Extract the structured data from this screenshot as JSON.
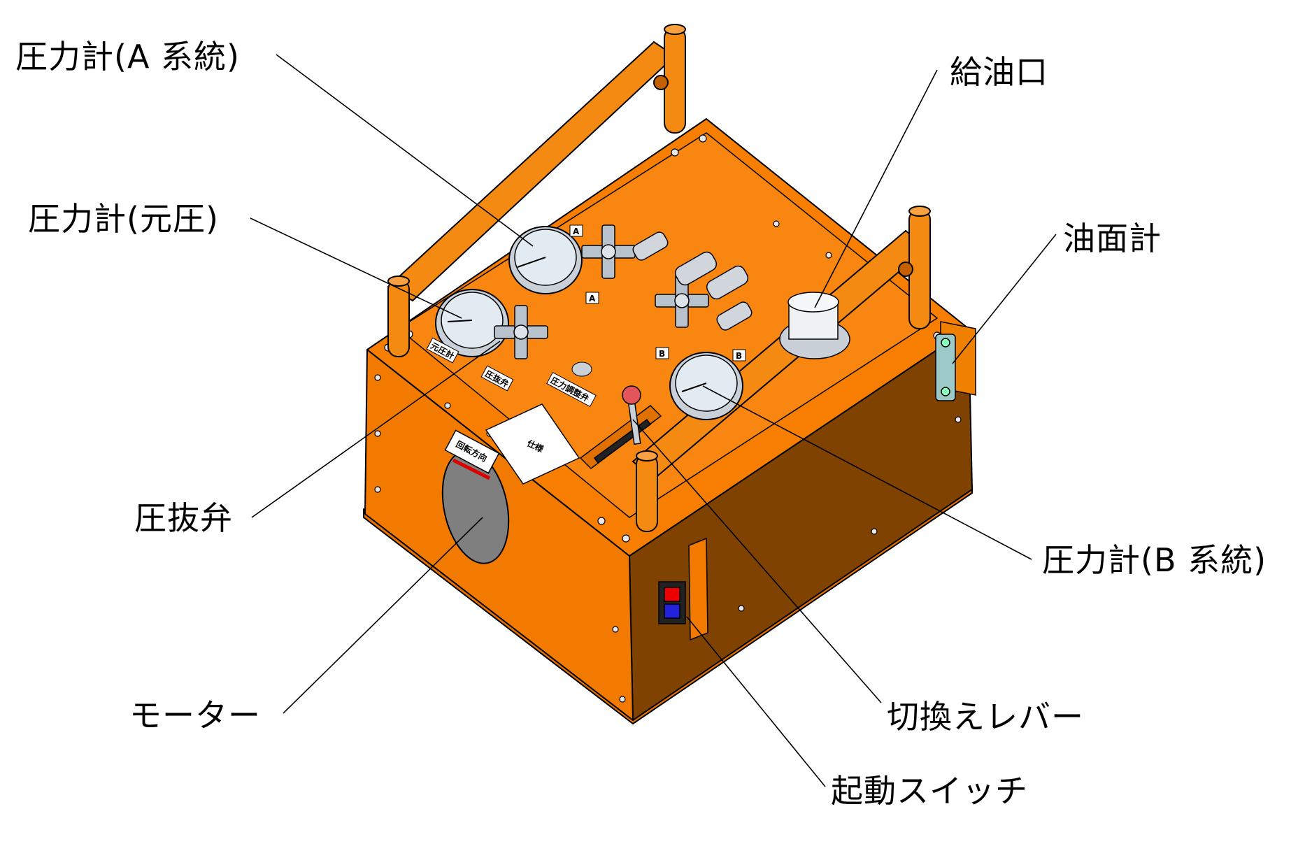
{
  "labels": {
    "gauge_a": "圧力計(A 系統)",
    "gauge_source": "圧力計(元圧)",
    "relief_valve": "圧抜弁",
    "motor": "モーター",
    "oil_inlet": "給油口",
    "oil_level": "油面計",
    "gauge_b": "圧力計(B 系統)",
    "lever": "切換えレバー",
    "start_switch": "起動スイッチ"
  },
  "plates": {
    "source_gauge": "元圧計",
    "relief": "圧抜弁",
    "pressure_adjust": "圧力調整弁",
    "spec": "仕様",
    "rotation": "回転方向",
    "port_a": "A",
    "port_b": "B"
  },
  "colors": {
    "body_top": "#f77e00",
    "body_left": "#f27a00",
    "body_front": "#7f4200",
    "bar": "#f58a12",
    "metal": "#c9d0d8",
    "gauge_face": "#e3ebf2",
    "leader": "#000000"
  }
}
